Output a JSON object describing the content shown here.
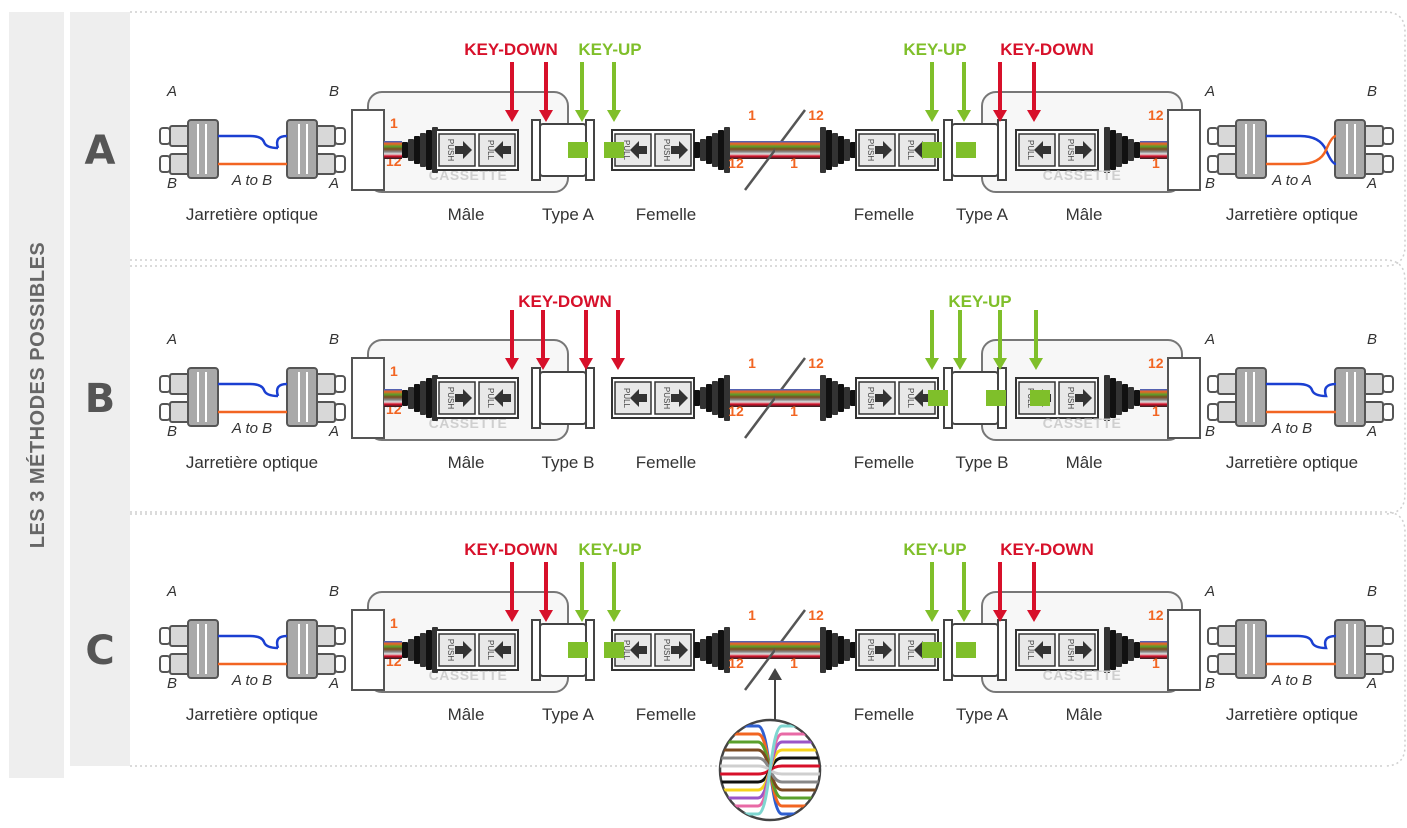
{
  "side_title": "LES 3 MÉTHODES POSSIBLES",
  "colors": {
    "key_down": "#d7102a",
    "key_up": "#7fbf2a",
    "fiber_number": "#f26522",
    "blue_fiber": "#1a3fd1",
    "orange_fiber": "#f26522",
    "panel_bg": "#eeeeee"
  },
  "labels": {
    "patch_cord": "Jarretière optique",
    "male": "Mâle",
    "female": "Femelle",
    "cassette": "CASSETTE",
    "push": "PUSH",
    "pull": "PULL",
    "fiber_first": "1",
    "fiber_last": "12",
    "pin_a": "A",
    "pin_b": "B",
    "key_down": "KEY-DOWN",
    "key_up": "KEY-UP"
  },
  "rows": [
    {
      "letter": "A",
      "left_adapter": "Type A",
      "right_adapter": "Type A",
      "left_polarity": "A to B",
      "right_polarity": "A to A"
    },
    {
      "letter": "B",
      "left_adapter": "Type B",
      "right_adapter": "Type B",
      "left_polarity": "A to B",
      "right_polarity": "A to B"
    },
    {
      "letter": "C",
      "left_adapter": "Type A",
      "right_adapter": "Type A",
      "left_polarity": "A to B",
      "right_polarity": "A to B"
    }
  ]
}
